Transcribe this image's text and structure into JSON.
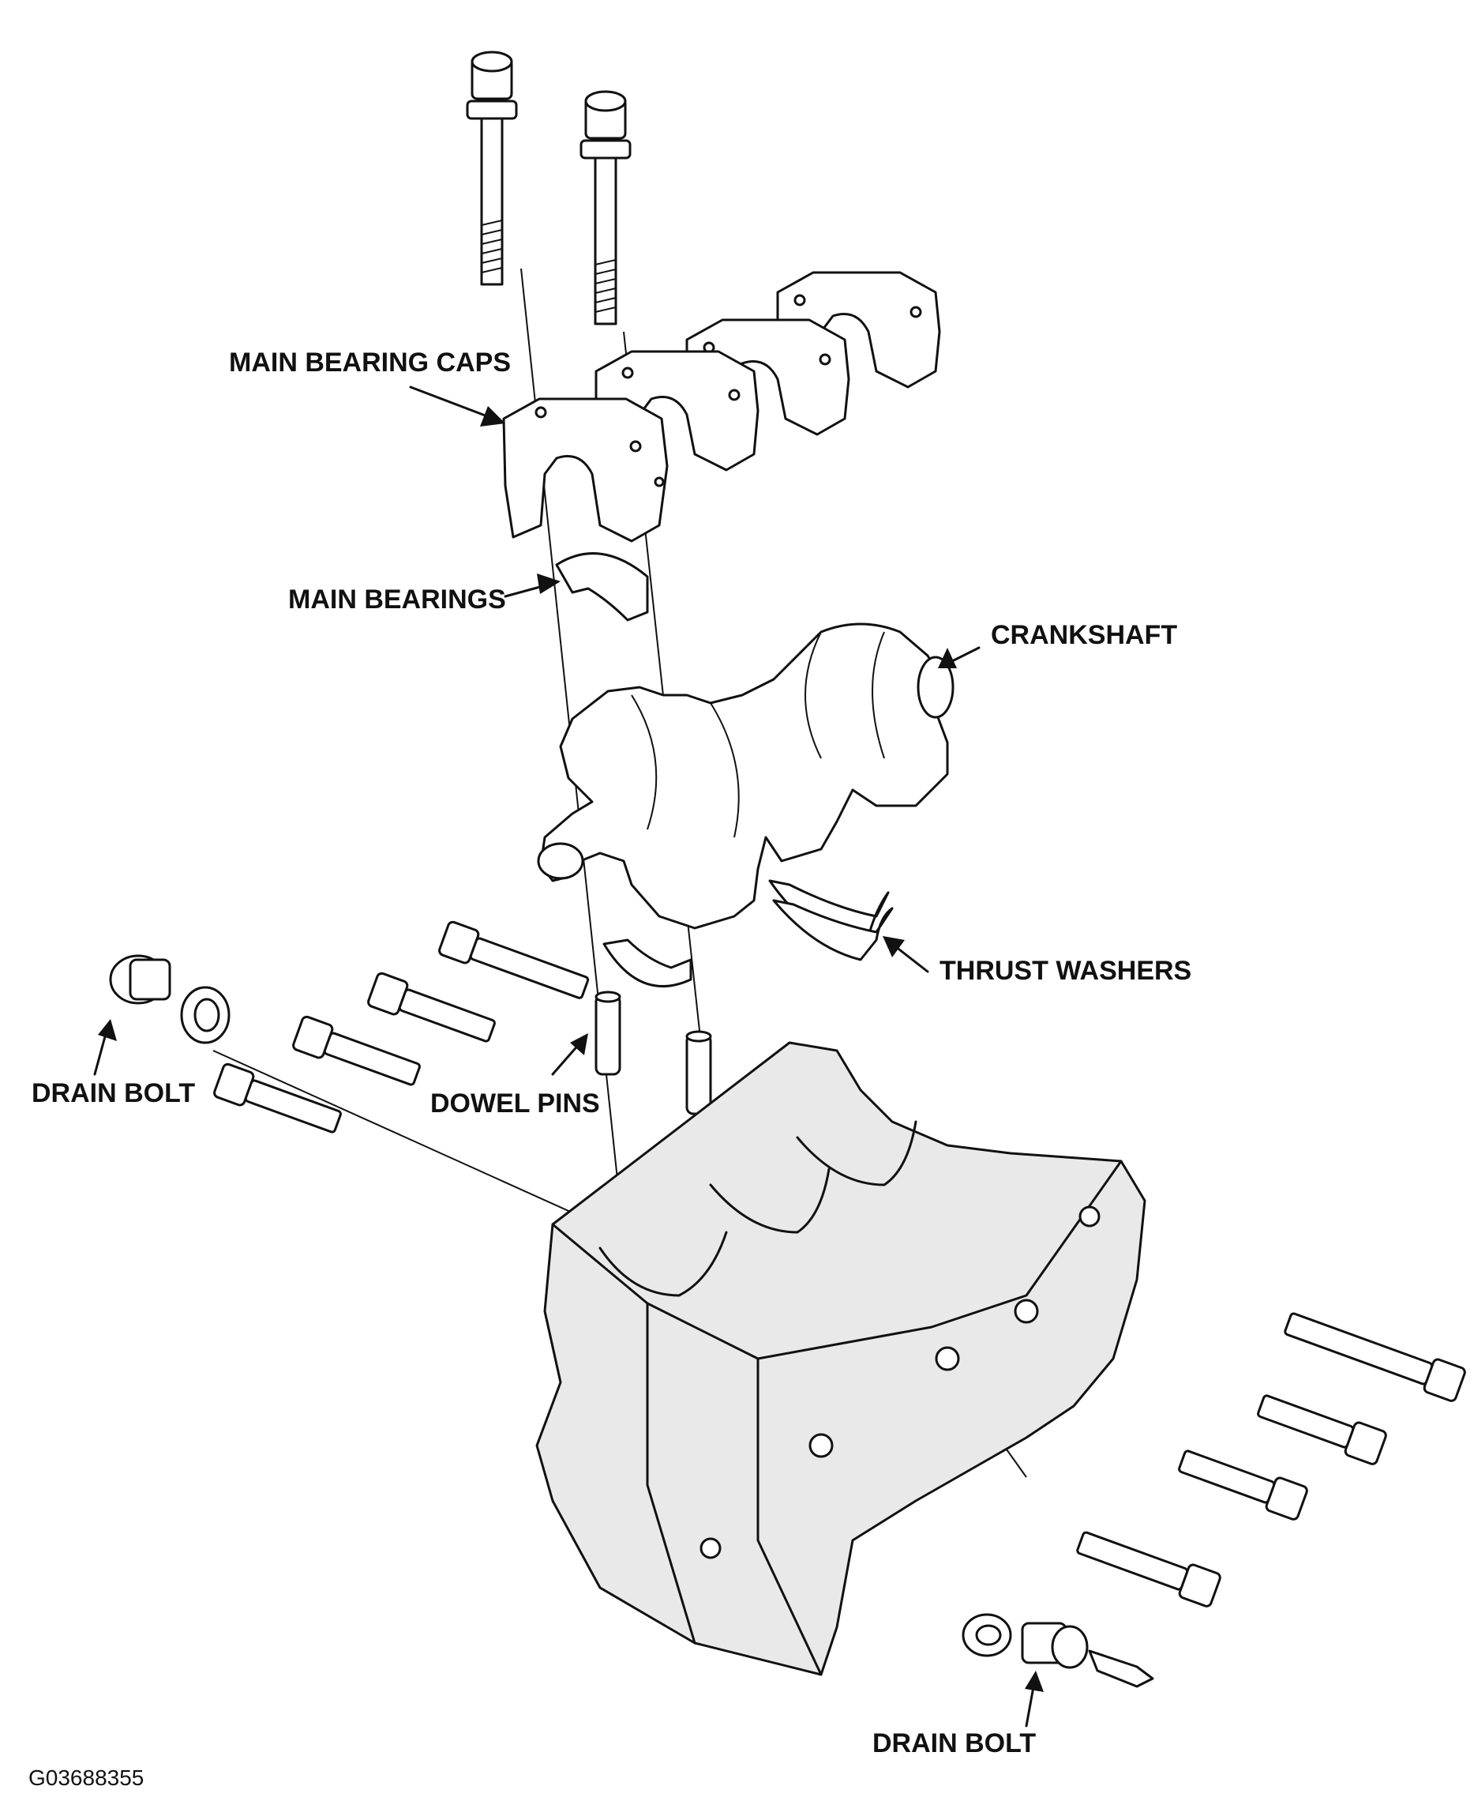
{
  "labels": {
    "main_bearing_caps": "MAIN BEARING CAPS",
    "main_bearings": "MAIN BEARINGS",
    "crankshaft": "CRANKSHAFT",
    "thrust_washers": "THRUST WASHERS",
    "dowel_pins": "DOWEL PINS",
    "drain_bolt_left": "DRAIN BOLT",
    "drain_bolt_bottom": "DRAIN BOLT"
  },
  "figure_code": "G03688355"
}
